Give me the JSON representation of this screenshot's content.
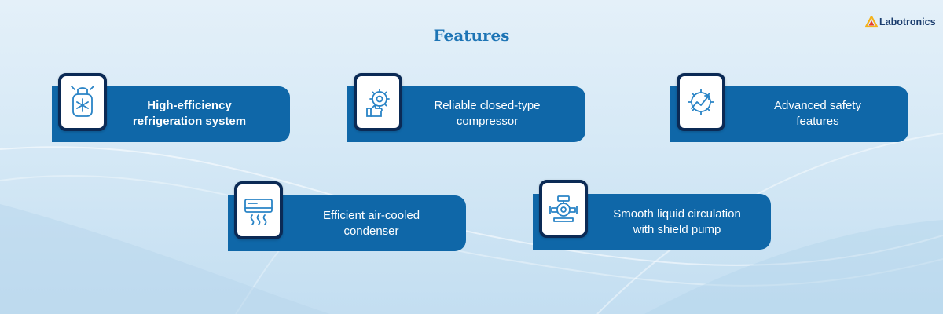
{
  "header": {
    "title": "Features"
  },
  "brand": {
    "name": "Labotronics",
    "logo_icon": "triangle-flask-icon",
    "colors": [
      "#f4b21b",
      "#e8402f",
      "#1b3d6e"
    ]
  },
  "colors": {
    "card_blue": "#0f67a8",
    "icon_border": "#0b2a55",
    "title_blue": "#1d74b5"
  },
  "features": [
    {
      "label": "High-efficiency refrigeration system",
      "icon": "refrigerant-cylinder-icon"
    },
    {
      "label": "Reliable closed-type compressor",
      "icon": "gear-thumbs-up-icon"
    },
    {
      "label": "Advanced safety features",
      "icon": "gear-trend-arrow-icon"
    },
    {
      "label": "Efficient air-cooled condenser",
      "icon": "air-conditioner-icon"
    },
    {
      "label": "Smooth liquid circulation with shield pump",
      "icon": "pump-icon"
    }
  ]
}
